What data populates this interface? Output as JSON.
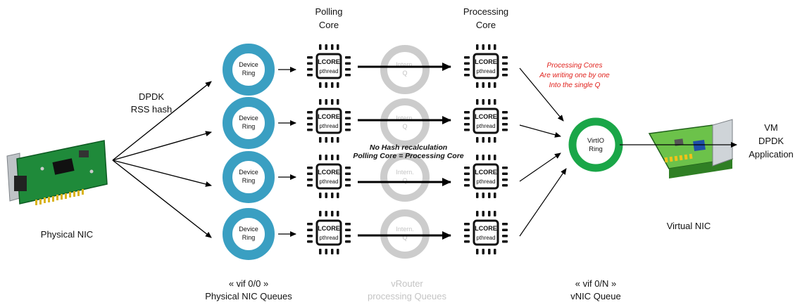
{
  "physical_nic": {
    "label": "Physical NIC"
  },
  "rss": {
    "line1": "DPDK",
    "line2": "RSS hash"
  },
  "polling": {
    "line1": "Polling",
    "line2": "Core"
  },
  "processing": {
    "line1": "Processing",
    "line2": "Core"
  },
  "device_ring": {
    "line1": "Device",
    "line2": "Ring"
  },
  "lcore": {
    "line1": "LCORE",
    "line2": "pthread"
  },
  "intern_q": {
    "line1": "Intern.",
    "line2": "Q"
  },
  "no_hash": {
    "line1": "No Hash recalculation",
    "line2": "Polling Core = Processing Core"
  },
  "processing_note": {
    "line1": "Processing Cores",
    "line2": "Are writing one by one",
    "line3": "Into the single Q"
  },
  "virtio": {
    "line1": "VirtIO",
    "line2": "Ring"
  },
  "vm": {
    "line1": "VM",
    "line2": "DPDK",
    "line3": "Application"
  },
  "virtual_nic": {
    "label": "Virtual NIC"
  },
  "bottom": {
    "vif_phys": "« vif 0/0 »",
    "phys_queues": "Physical NIC Queues",
    "vrouter": "vRouter",
    "vrouter_queues": "processing Queues",
    "vif_vnic": "« vif 0/N »",
    "vnic_queue": "vNIC Queue"
  },
  "colors": {
    "ring_blue": "#3a9fc2",
    "ring_green": "#1aa648",
    "ghost_gray": "#cccccc",
    "note_red": "#e0201b"
  }
}
